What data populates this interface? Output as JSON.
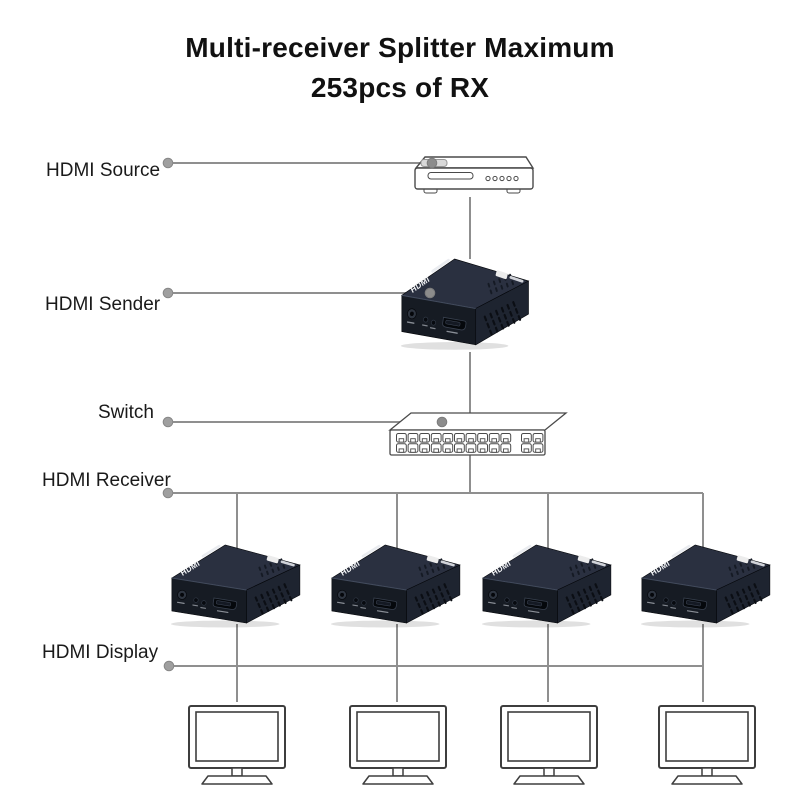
{
  "title": {
    "line1": "Multi-receiver Splitter Maximum",
    "line2": "253pcs of RX"
  },
  "rows": {
    "source": {
      "label": "HDMI Source"
    },
    "sender": {
      "label": "HDMI Sender"
    },
    "switch": {
      "label": "Switch"
    },
    "receiver": {
      "label": "HDMI Receiver"
    },
    "display": {
      "label": "HDMI Display"
    }
  },
  "devices": {
    "extender_top_text": "HDMI",
    "receiver_count": 4,
    "display_count": 4
  },
  "icons": {
    "source": "dvd-player-icon",
    "sender": "extender-box-icon",
    "switch": "network-switch-icon",
    "receiver": "extender-box-icon",
    "display": "monitor-icon"
  },
  "colors": {
    "connector": "#8f8f8f",
    "outline": "#4a4a4a",
    "box_top": "#2a3040",
    "box_front": "#161b23",
    "box_side": "#1e2430",
    "background": "#ffffff"
  }
}
